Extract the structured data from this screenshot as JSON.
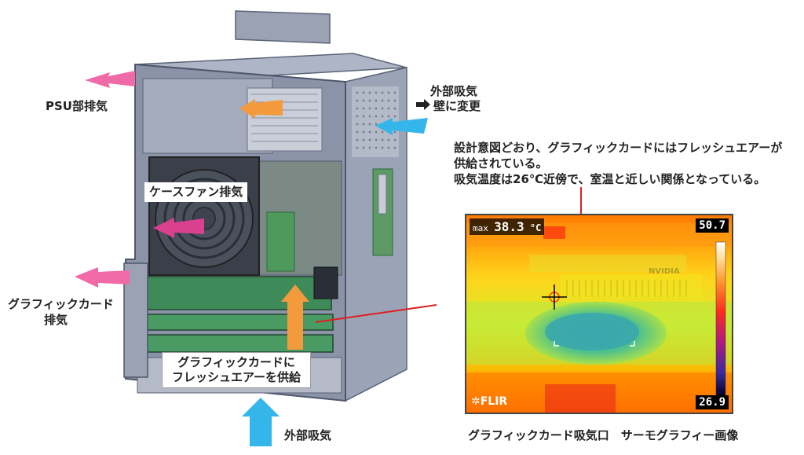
{
  "labels": {
    "psu_exhaust": "PSU部排気",
    "outside_intake_top_line1": "外部吸気",
    "outside_intake_top_line2": "壁に変更",
    "case_fan_exhaust": "ケースファン排気",
    "gpu_exhaust_line1": "グラフィックカード",
    "gpu_exhaust_line2": "排気",
    "gpu_fresh_air_line1": "グラフィックカードに",
    "gpu_fresh_air_line2": "フレッシュエアーを供給",
    "outside_intake_bottom": "外部吸気"
  },
  "annotation": {
    "line1": "設計意図どおり、グラフィックカードにはフレッシュエアーが",
    "line2": "供給されている。",
    "line3": "吸気温度は26℃近傍で、室温と近しい関係となっている。"
  },
  "thermal": {
    "mode_label": "max",
    "max_reading": "38.3",
    "unit": "°C",
    "scale_max": "50.7",
    "scale_min": "26.9",
    "brand": "FLIR",
    "caption": "グラフィックカード吸気口　サーモグラフィー画像",
    "overlay_text": "NVIDIA"
  },
  "colors": {
    "exhaust_arrow": "#f06aa8",
    "fan_arrow": "#d9418f",
    "intake_arrow": "#35b6ea",
    "internal_arrow": "#f39a3c",
    "pointer_line": "#e01e1e",
    "case_body": "#8a93a8"
  }
}
